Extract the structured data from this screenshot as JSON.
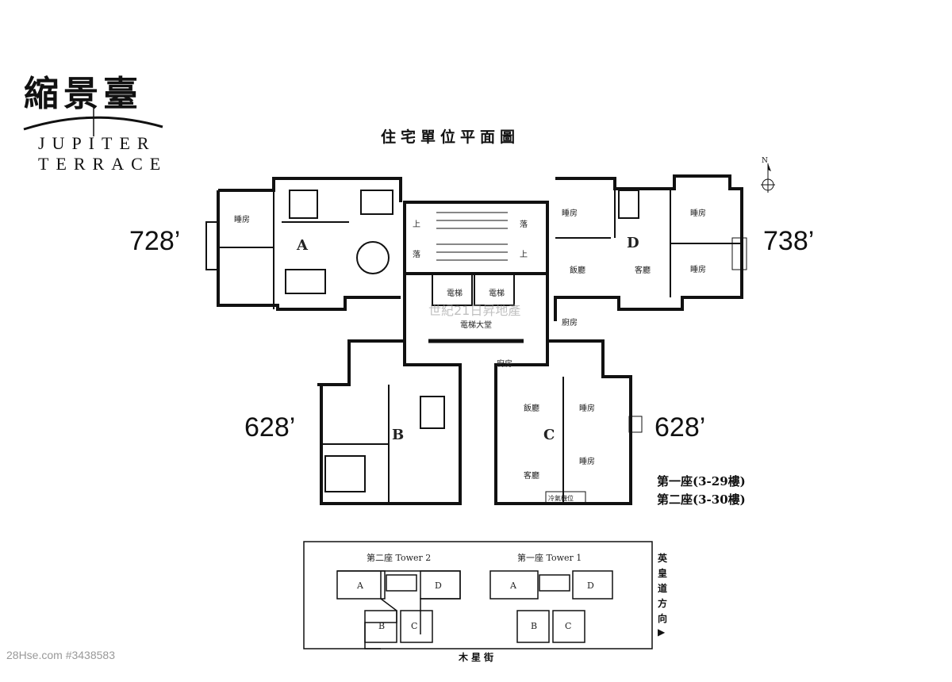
{
  "logo": {
    "name_cn": "縮景臺",
    "name_en_line1": "JUPITER",
    "name_en_line2": "TERRACE"
  },
  "title": "住宅單位平面圖",
  "compass": {
    "label": "N",
    "icon": "north-arrow-icon"
  },
  "units": {
    "A": {
      "label": "A",
      "area": "728’"
    },
    "B": {
      "label": "B",
      "area": "628’"
    },
    "C": {
      "label": "C",
      "area": "628’"
    },
    "D": {
      "label": "D",
      "area": "738’"
    }
  },
  "rooms": {
    "bedroom": "睡房",
    "dining": "飯廳",
    "living": "客廳",
    "kitchen": "廚房",
    "lift": "電梯",
    "lift_lobby": "電梯大堂",
    "ac": "冷氣機位",
    "up": "上",
    "down": "落"
  },
  "towers": [
    "第一座(3-29樓)",
    "第二座(3-30樓)"
  ],
  "key_plan": {
    "tower2": "第二座 Tower 2",
    "tower1": "第一座 Tower 1",
    "road_direction": "英皇道方向",
    "arrow": "▶",
    "street": "木星街",
    "unit_labels": [
      "A",
      "B",
      "C",
      "D"
    ]
  },
  "watermarks": {
    "site": "28Hse.com #3438583",
    "agent": "世紀21日昇地產"
  }
}
